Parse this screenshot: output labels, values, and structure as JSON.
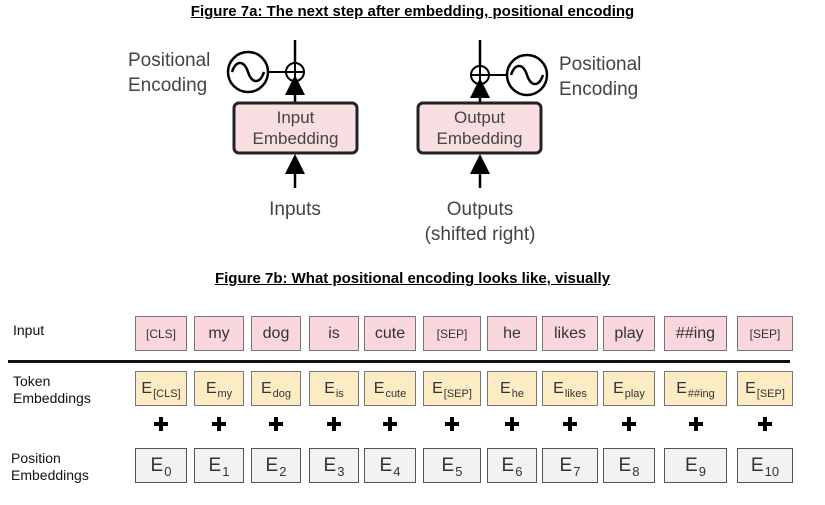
{
  "figure_a": {
    "title": "Figure 7a: The next step after embedding, positional encoding",
    "left_pe_line1": "Positional",
    "left_pe_line2": "Encoding",
    "input_emb_line1": "Input",
    "input_emb_line2": "Embedding",
    "inputs_label": "Inputs",
    "output_emb_line1": "Output",
    "output_emb_line2": "Embedding",
    "outputs_line1": "Outputs",
    "outputs_line2": "(shifted right)",
    "right_pe_line1": "Positional",
    "right_pe_line2": "Encoding",
    "colors": {
      "embedding_fill": "#f8dde1",
      "embedding_border": "#222222"
    }
  },
  "figure_b": {
    "title": "Figure 7b: What positional encoding looks like, visually",
    "labels": {
      "input": "Input",
      "token_line1": "Token",
      "token_line2": "Embeddings",
      "position_line1": "Position",
      "position_line2": "Embeddings"
    },
    "input_tokens": [
      "[CLS]",
      "my",
      "dog",
      "is",
      "cute",
      "[SEP]",
      "he",
      "likes",
      "play",
      "##ing",
      "[SEP]"
    ],
    "token_embeddings": [
      {
        "base": "E",
        "sub": "[CLS]"
      },
      {
        "base": "E",
        "sub": "my"
      },
      {
        "base": "E",
        "sub": "dog"
      },
      {
        "base": "E",
        "sub": "is"
      },
      {
        "base": "E",
        "sub": "cute"
      },
      {
        "base": "E",
        "sub": "[SEP]"
      },
      {
        "base": "E",
        "sub": "he"
      },
      {
        "base": "E",
        "sub": "likes"
      },
      {
        "base": "E",
        "sub": "play"
      },
      {
        "base": "E",
        "sub": "##ing"
      },
      {
        "base": "E",
        "sub": "[SEP]"
      }
    ],
    "position_embeddings": [
      {
        "base": "E",
        "sub": "0"
      },
      {
        "base": "E",
        "sub": "1"
      },
      {
        "base": "E",
        "sub": "2"
      },
      {
        "base": "E",
        "sub": "3"
      },
      {
        "base": "E",
        "sub": "4"
      },
      {
        "base": "E",
        "sub": "5"
      },
      {
        "base": "E",
        "sub": "6"
      },
      {
        "base": "E",
        "sub": "7"
      },
      {
        "base": "E",
        "sub": "8"
      },
      {
        "base": "E",
        "sub": "9"
      },
      {
        "base": "E",
        "sub": "10"
      }
    ],
    "colors": {
      "input_fill": "#f9d7dc",
      "token_fill": "#fdebc4",
      "position_fill": "#f2f2f2"
    }
  }
}
